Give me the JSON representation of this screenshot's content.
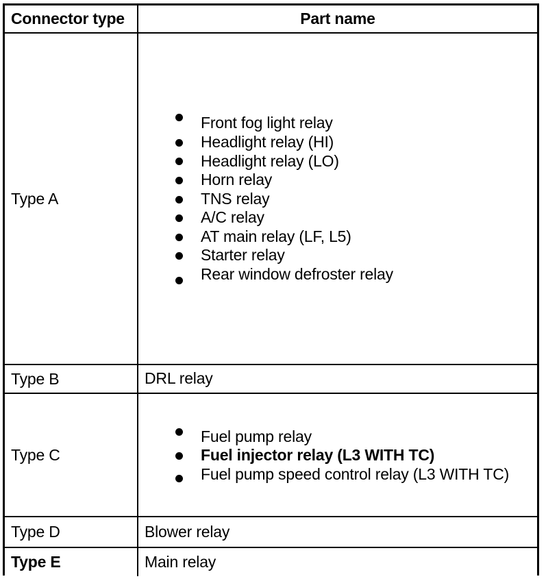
{
  "table": {
    "headers": {
      "connector_type": "Connector type",
      "part_name": "Part name"
    },
    "rows": [
      {
        "type_label": "Type A",
        "type_bold": false,
        "list_style": "bullets",
        "items": [
          {
            "text": "Front fog light relay",
            "bold": false
          },
          {
            "text": "Headlight relay (HI)",
            "bold": false
          },
          {
            "text": "Headlight relay (LO)",
            "bold": false
          },
          {
            "text": "Horn relay",
            "bold": false
          },
          {
            "text": "TNS relay",
            "bold": false
          },
          {
            "text": "A/C relay",
            "bold": false
          },
          {
            "text": "AT main relay (LF, L5)",
            "bold": false
          },
          {
            "text": "Starter relay",
            "bold": false
          },
          {
            "text": "Rear window defroster relay",
            "bold": false
          }
        ]
      },
      {
        "type_label": "Type B",
        "type_bold": false,
        "list_style": "plain",
        "items": [
          {
            "text": "DRL relay",
            "bold": false
          }
        ]
      },
      {
        "type_label": "Type C",
        "type_bold": false,
        "list_style": "bullets",
        "items": [
          {
            "text": "Fuel pump relay",
            "bold": false
          },
          {
            "text": "Fuel injector relay (L3 WITH TC)",
            "bold": true
          },
          {
            "text": "Fuel pump speed control relay (L3 WITH TC)",
            "bold": false
          }
        ]
      },
      {
        "type_label": "Type D",
        "type_bold": false,
        "list_style": "plain",
        "items": [
          {
            "text": "Blower relay",
            "bold": false
          }
        ]
      },
      {
        "type_label": "Type E",
        "type_bold": true,
        "list_style": "plain",
        "items": [
          {
            "text": "Main relay",
            "bold": false
          }
        ]
      }
    ]
  },
  "colors": {
    "border": "#000000",
    "text": "#000000",
    "background": "#ffffff"
  }
}
